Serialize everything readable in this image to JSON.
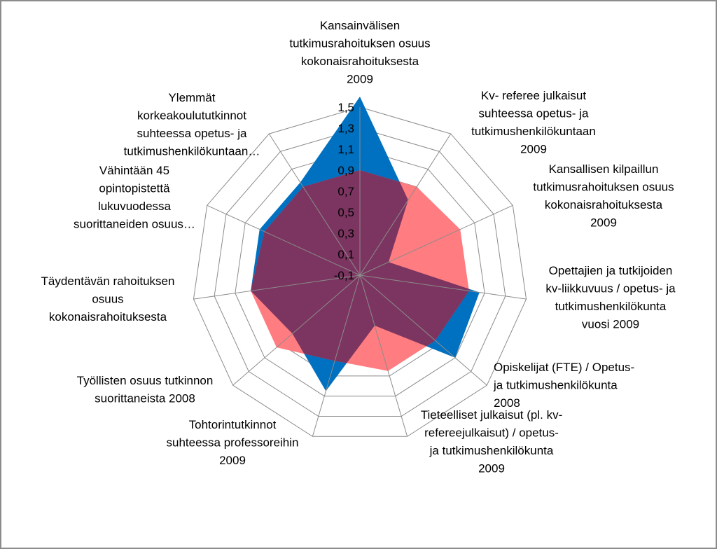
{
  "chart_data": {
    "type": "radar",
    "title": "",
    "range": [
      -0.1,
      1.5
    ],
    "ticks": [
      "1,5",
      "1,3",
      "1,1",
      "0,9",
      "0,7",
      "0,5",
      "0,3",
      "0,1",
      "-0,1"
    ],
    "categories": [
      [
        "Kansainvälisen",
        "tutkimusrahoituksen osuus",
        "kokonaisrahoituksesta",
        "2009"
      ],
      [
        "Kv- referee julkaisut",
        "suhteessa opetus- ja",
        "tutkimushenkilökuntaan",
        "2009"
      ],
      [
        "Kansallisen kilpaillun",
        "tutkimusrahoituksen osuus",
        "kokonaisrahoituksesta",
        "2009"
      ],
      [
        "Opettajien ja tutkijoiden",
        "kv-liikkuvuus / opetus- ja",
        "tutkimushenkilökunta",
        "vuosi 2009"
      ],
      [
        "Opiskelijat (FTE) / Opetus-",
        "ja tutkimushenkilökunta",
        "2008"
      ],
      [
        "Tieteelliset julkaisut (pl. kv-",
        "refereejulkaisut) / opetus-",
        "ja tutkimushenkilökunta",
        "2009"
      ],
      [
        "Tohtorintutkinnot",
        "suhteessa professoreihin",
        "2009"
      ],
      [
        "Työllisten osuus tutkinnon",
        "suorittaneista 2008"
      ],
      [
        "Täydentävän rahoituksen",
        "osuus",
        "kokonaisrahoituksesta"
      ],
      [
        "Vähintään 45",
        "opintopistettä",
        "lukuvuodessa",
        "suorittaneiden osuus…"
      ],
      [
        "Ylemmät",
        "korkeakoulututkinnot",
        "suhteessa opetus- ja",
        "tutkimushenkilökuntaan…"
      ]
    ],
    "series": [
      {
        "values": [
          1.6,
          0.75,
          0.2,
          1.05,
          1.1,
          0.4,
          1.05,
          0.75,
          0.95,
          0.95,
          0.95
        ],
        "color": "#0070c0"
      },
      {
        "values": [
          0.9,
          0.9,
          0.95,
          0.95,
          0.85,
          0.85,
          0.75,
          0.95,
          0.95,
          0.9,
          0.9
        ],
        "color": "#ff7c80"
      }
    ],
    "overlap_color": "#7b3560",
    "grid": true,
    "legend": "none"
  }
}
